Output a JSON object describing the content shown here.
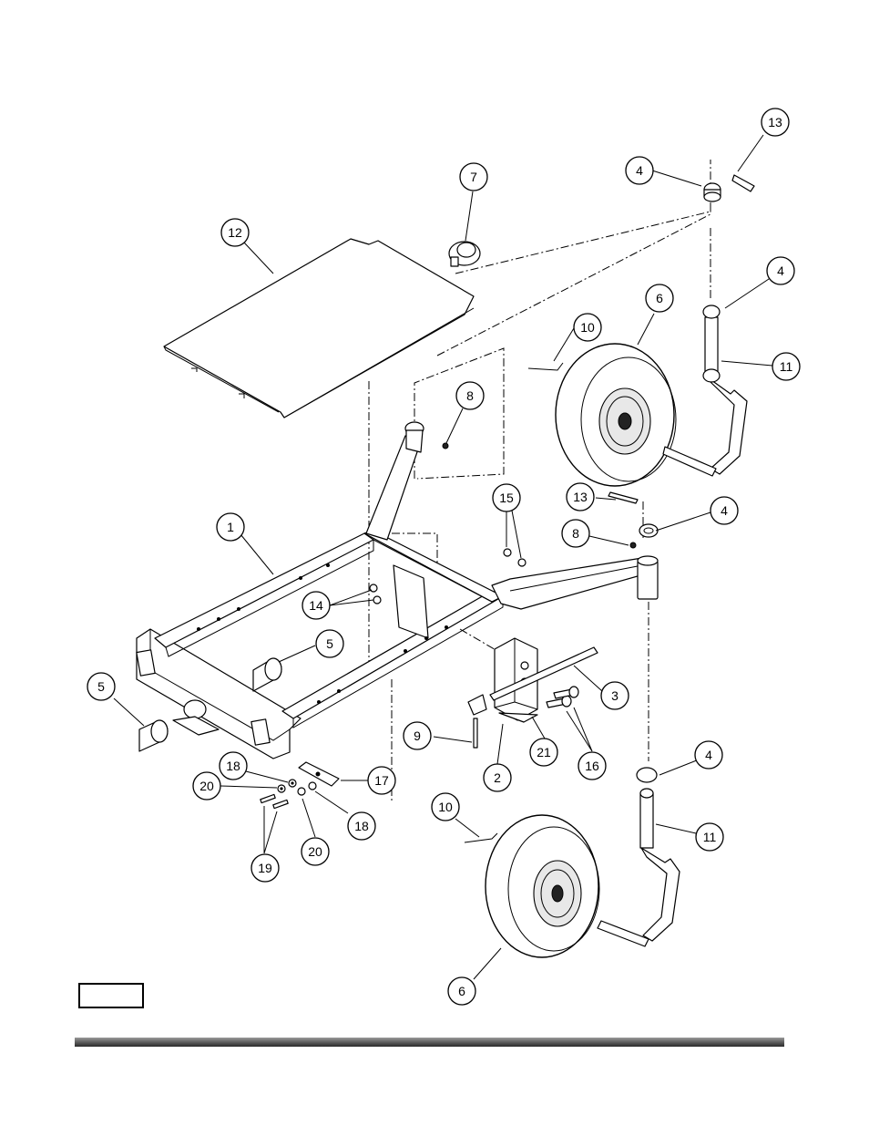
{
  "diagram": {
    "callouts": [
      "1",
      "2",
      "3",
      "4",
      "4",
      "4",
      "4",
      "5",
      "5",
      "6",
      "6",
      "7",
      "8",
      "8",
      "9",
      "10",
      "10",
      "11",
      "11",
      "12",
      "13",
      "13",
      "14",
      "15",
      "16",
      "17",
      "18",
      "18",
      "19",
      "20",
      "20",
      "21"
    ]
  }
}
